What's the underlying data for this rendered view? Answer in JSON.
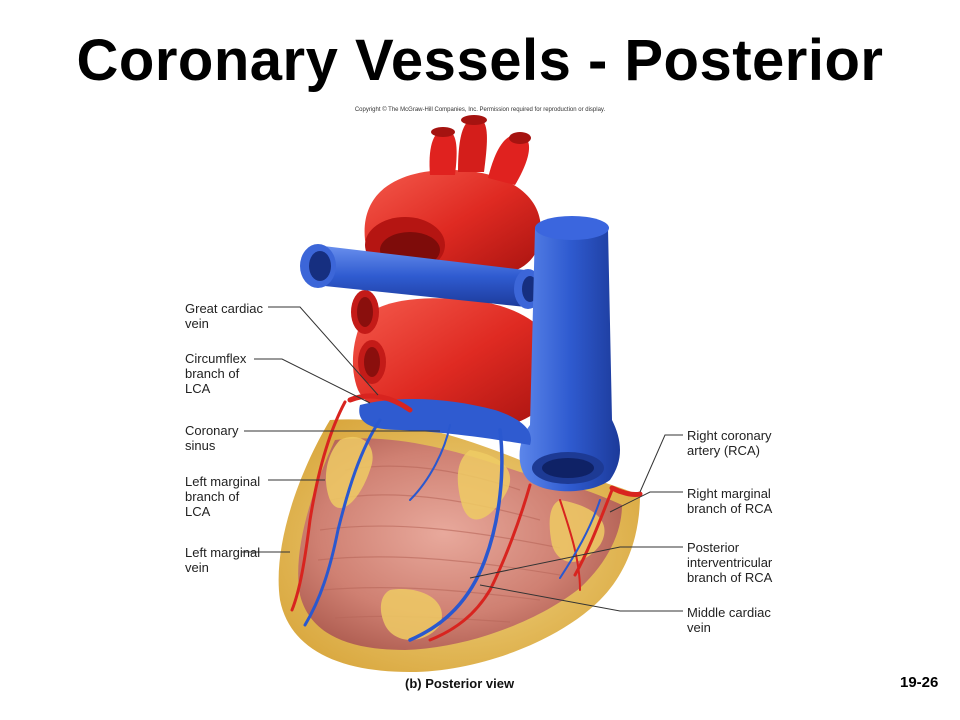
{
  "title": "Coronary Vessels - Posterior",
  "copyright": "Copyright © The McGraw-Hill Companies, Inc. Permission required for reproduction or display.",
  "caption": "(b) Posterior view",
  "slide_number": "19-26",
  "labels": {
    "great_cardiac_vein": [
      "Great cardiac",
      "vein"
    ],
    "circumflex_branch": [
      "Circumflex",
      "branch of",
      "LCA"
    ],
    "coronary_sinus": [
      "Coronary",
      "sinus"
    ],
    "left_marginal_branch": [
      "Left marginal",
      "branch of",
      "LCA"
    ],
    "left_marginal_vein": [
      "Left marginal",
      "vein"
    ],
    "right_coronary_artery": [
      "Right coronary",
      "artery (RCA)"
    ],
    "right_marginal_branch": [
      "Right marginal",
      "branch of RCA"
    ],
    "posterior_interventricular": [
      "Posterior",
      "interventricular",
      "branch of RCA"
    ],
    "middle_cardiac_vein": [
      "Middle cardiac",
      "vein"
    ]
  },
  "colors": {
    "artery_red": "#e0221f",
    "vein_blue": "#2c55c8",
    "muscle": "#c97a6e",
    "fat_yellow": "#e8c45a"
  }
}
